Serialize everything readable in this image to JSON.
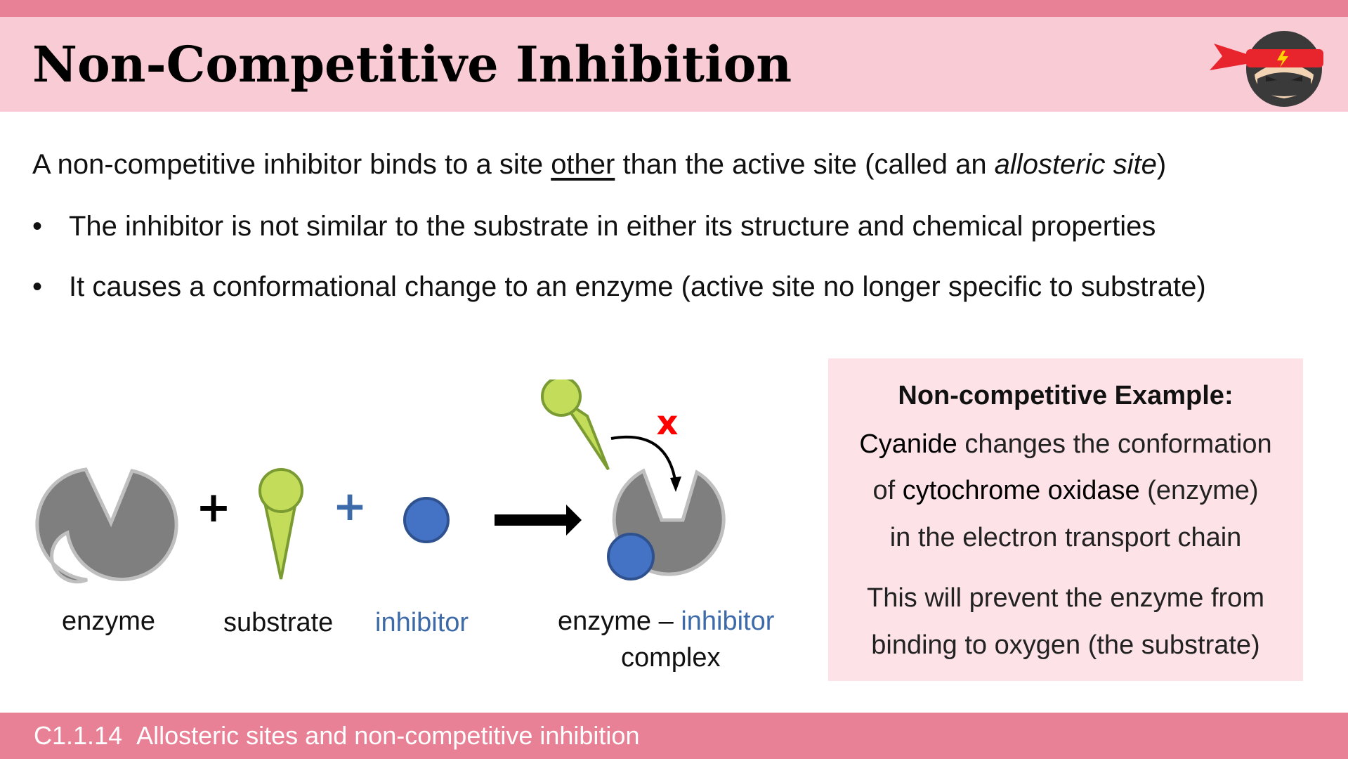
{
  "header": {
    "title": "Non-Competitive Inhibition"
  },
  "intro": {
    "before": "A non-competitive inhibitor binds to a site ",
    "underlined": "other",
    "middle": " than the active site (called an ",
    "italic": "allosteric site",
    "after": ")"
  },
  "bullets": [
    {
      "dot": "•",
      "text": "The inhibitor is not similar to the substrate in either its structure and chemical properties"
    },
    {
      "dot": "•",
      "text": "It causes a conformational change to an enzyme (active site no longer specific to substrate)"
    }
  ],
  "diagram": {
    "enzyme_label": "enzyme",
    "substrate_label": "substrate",
    "inhibitor_label": "inhibitor",
    "complex_label_part1": "enzyme – ",
    "complex_label_part2": "inhibitor",
    "complex_label_line2": "complex",
    "plus1": "+",
    "plus2": "+",
    "blocked_mark": "x",
    "colors": {
      "enzyme": "#7f7f7f",
      "substrate": "#c3dc5a",
      "inhibitor": "#4472c4",
      "inhibitor_text": "#3d6aa8",
      "blocked": "#ff0000"
    }
  },
  "example": {
    "title": "Non-competitive Example:",
    "line1_term": "Cyanide",
    "line1_rest": " changes the conformation",
    "line2_start": "of ",
    "line2_term": "cytochrome oxidase",
    "line2_rest": " (enzyme)",
    "line3": "in the electron transport chain",
    "line4": "This will prevent the enzyme from",
    "line5": "binding to oxygen (the substrate)"
  },
  "footer": {
    "code": "C1.1.14",
    "text": "Allosteric sites and non-competitive inhibition"
  },
  "theme": {
    "accent": "#e98196",
    "band": "#f9ccd5",
    "box": "#fde3e8"
  }
}
